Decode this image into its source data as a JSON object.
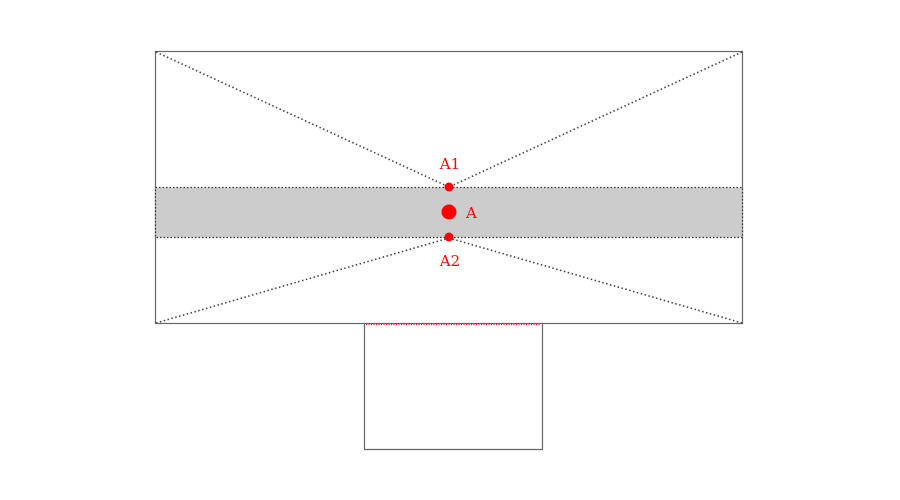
{
  "colors": {
    "outline": "#666666",
    "dotted": "#444444",
    "band_fill": "#cccccc",
    "accent": "#ff0000",
    "background": "#ffffff"
  },
  "points": {
    "a1": {
      "label": "A1"
    },
    "a": {
      "label": "A"
    },
    "a2": {
      "label": "A2"
    }
  }
}
